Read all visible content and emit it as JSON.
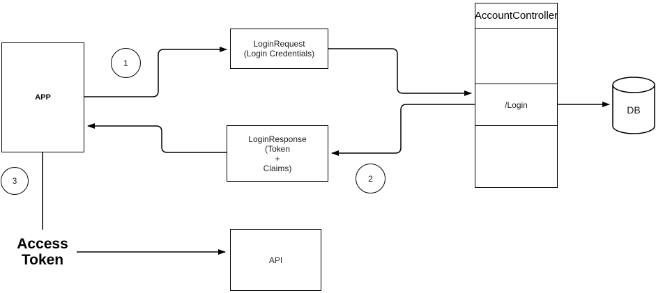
{
  "nodes": {
    "app": {
      "label": "APP"
    },
    "login_request": {
      "lines": [
        "LoginRequest",
        "(Login Credentials)"
      ]
    },
    "login_response": {
      "lines": [
        "LoginResponse",
        "(Token",
        "+",
        "Claims)"
      ]
    },
    "account_controller": {
      "title": "AccountController",
      "login_route": "/Login"
    },
    "api": {
      "label": "API"
    },
    "db": {
      "label": "DB"
    },
    "access_token": {
      "lines": [
        "Access",
        "Token"
      ]
    }
  },
  "steps": [
    {
      "label": "1"
    },
    {
      "label": "2"
    },
    {
      "label": "3"
    }
  ],
  "colors": {
    "stroke": "#000000",
    "node_fill": "#ffffff",
    "background": "#ffffff"
  }
}
